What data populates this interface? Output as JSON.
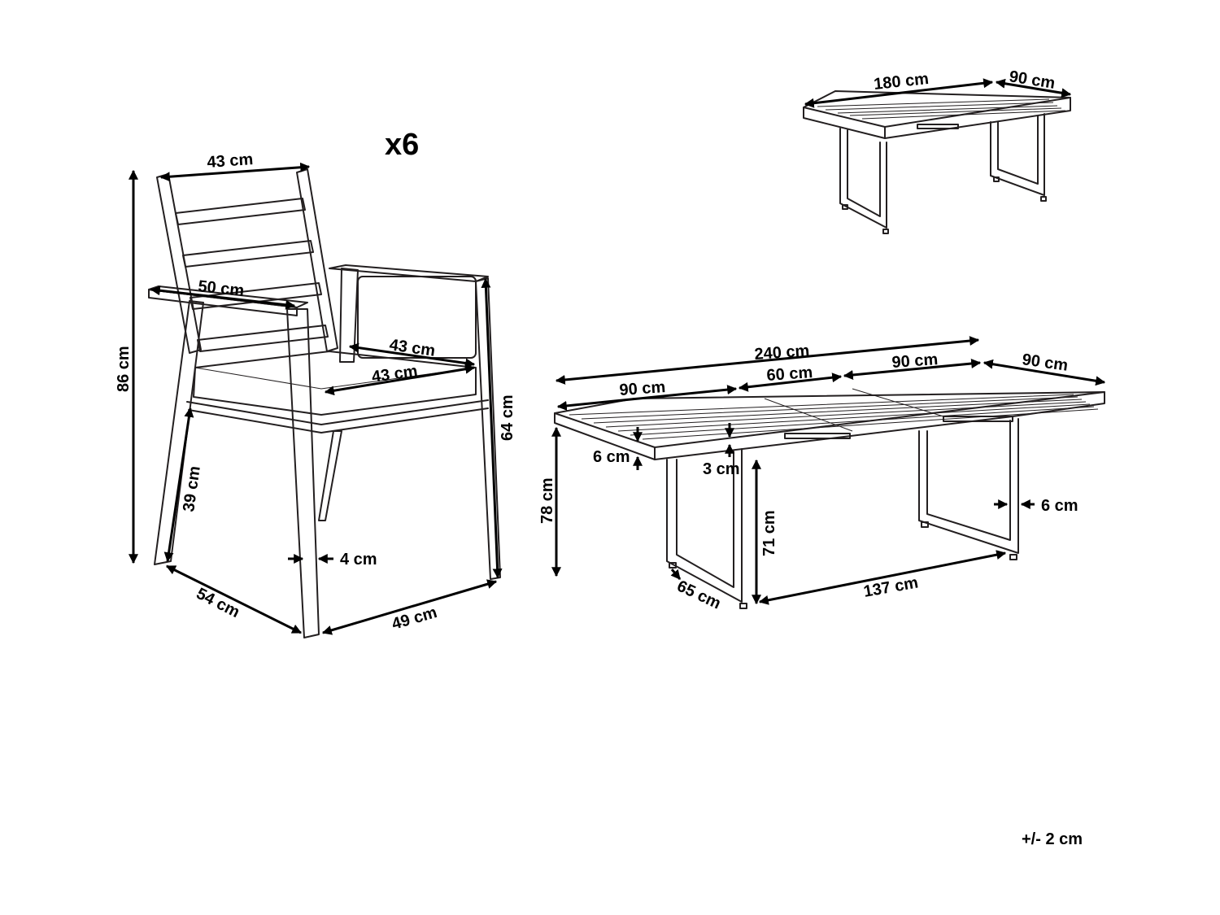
{
  "quantity": "x6",
  "tolerance": "+/- 2 cm",
  "chair": {
    "backrest_width": "43 cm",
    "armrest_length": "50 cm",
    "seat_depth": "43 cm",
    "seat_width": "43 cm",
    "total_height": "86 cm",
    "armrest_height": "64 cm",
    "seat_height": "39 cm",
    "leg_thickness": "4 cm",
    "depth": "54 cm",
    "width": "49 cm"
  },
  "table_closed": {
    "length": "180 cm",
    "width": "90 cm"
  },
  "table_extended": {
    "length": "240 cm",
    "left_section": "90 cm",
    "extension": "60 cm",
    "right_section": "90 cm",
    "width": "90 cm",
    "top_thickness": "6 cm",
    "extension_thickness": "3 cm",
    "total_height": "78 cm",
    "legroom_height": "71 cm",
    "leg_thickness": "6 cm",
    "leg_depth": "65 cm",
    "legs_distance": "137 cm"
  }
}
